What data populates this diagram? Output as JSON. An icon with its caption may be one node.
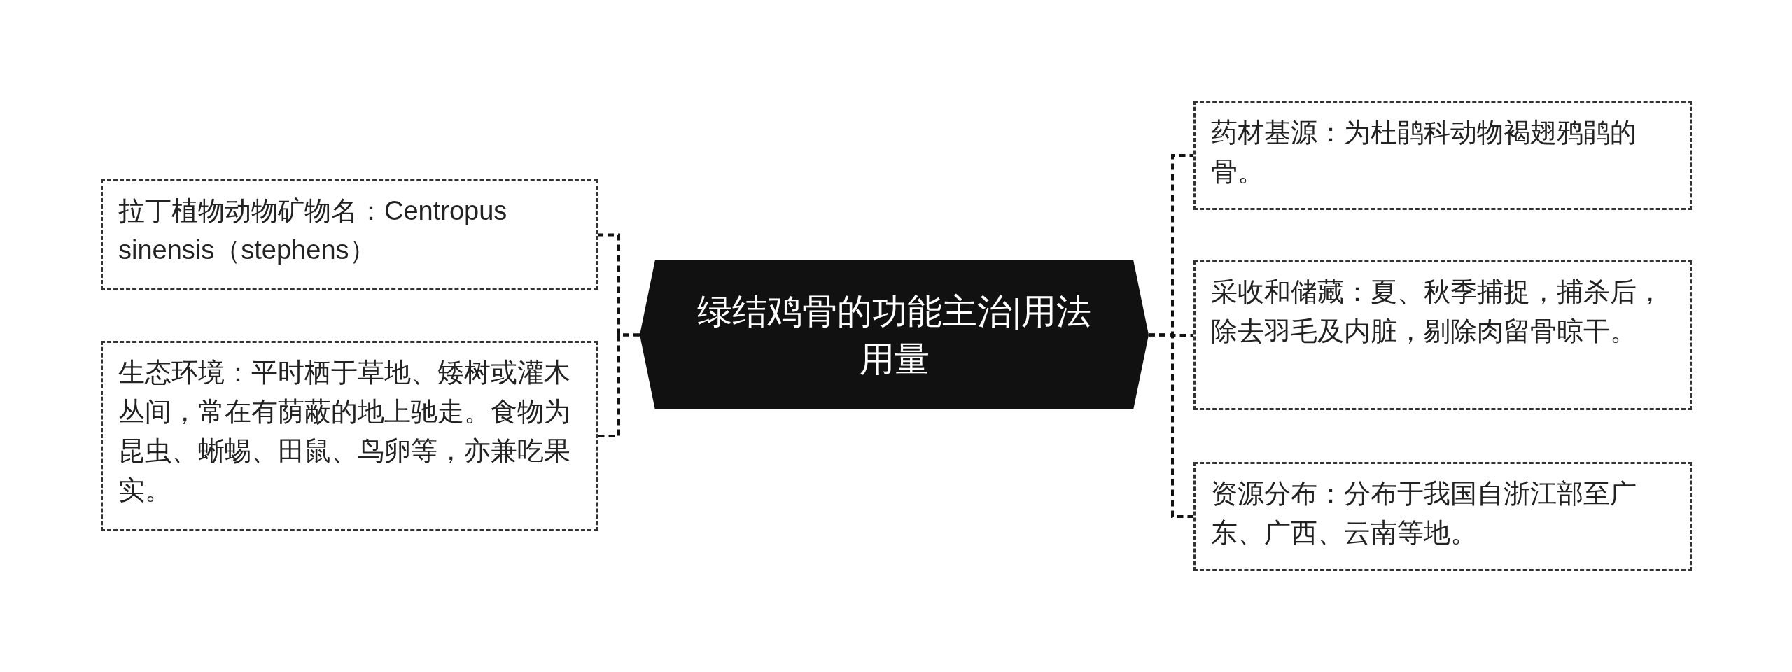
{
  "diagram": {
    "nodes": [
      {
        "text": [
          "绿结鸡骨的功能主治|用法用量"
        ]
      },
      {
        "text": [
          "拉丁植物动物矿物名：Centropus sinensis（stephens）"
        ]
      },
      {
        "text": [
          "生态环境：平时栖于草地、矮树或灌木丛间，常在有荫蔽的地上驰走。食物为昆虫、蜥蜴、田鼠、鸟卵等，亦兼吃果实。"
        ]
      },
      {
        "text": [
          "药材基源：为杜鹃科动物褐翅鸦鹃的骨。"
        ]
      },
      {
        "text": [
          "采收和储藏：夏、秋季捕捉，捕杀后，除去羽毛及内脏，剔除肉留骨晾干。"
        ]
      },
      {
        "text": [
          "资源分布：分布于我国自浙江部至广东、广西、云南等地。"
        ]
      }
    ],
    "edges": [
      {
        "from": 0,
        "to": 1,
        "arrow": "none"
      },
      {
        "from": 0,
        "to": 2,
        "arrow": "none"
      },
      {
        "from": 0,
        "to": 3,
        "arrow": "none"
      },
      {
        "from": 0,
        "to": 4,
        "arrow": "none"
      },
      {
        "from": 0,
        "to": 5,
        "arrow": "none"
      }
    ]
  }
}
